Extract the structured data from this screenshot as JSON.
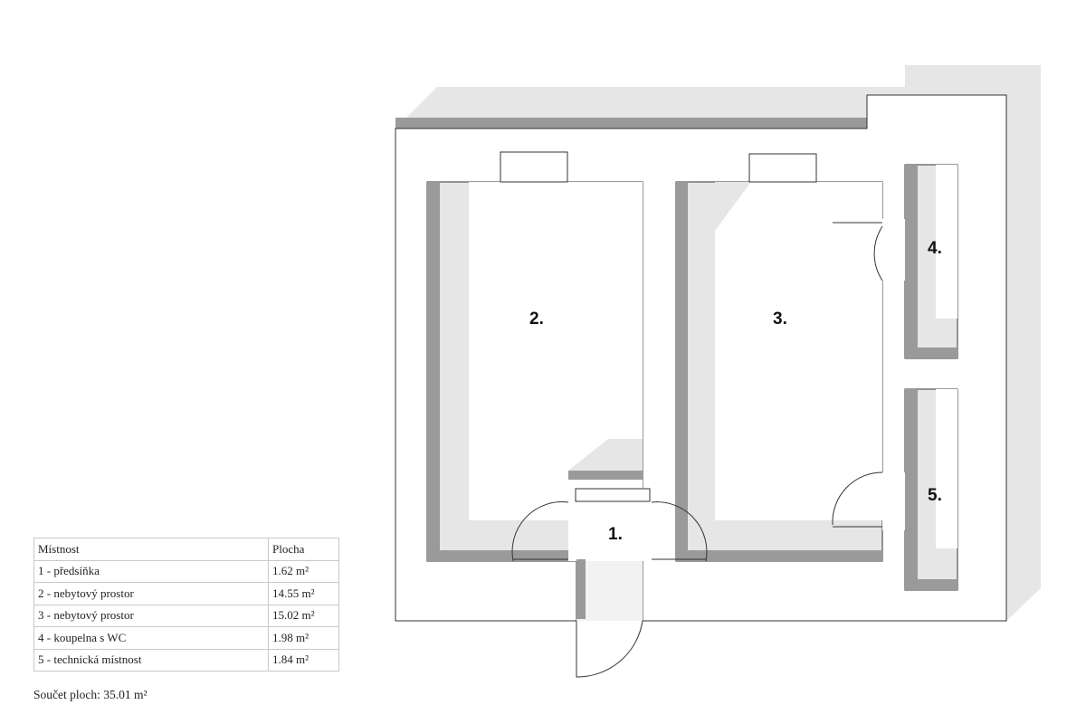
{
  "rooms": [
    {
      "label": "1."
    },
    {
      "label": "2."
    },
    {
      "label": "3."
    },
    {
      "label": "4."
    },
    {
      "label": "5."
    }
  ],
  "table": {
    "headers": [
      "Místnost",
      "Plocha"
    ],
    "rows": [
      [
        "1 - předsíňka",
        "1.62 m²"
      ],
      [
        "2 - nebytový prostor",
        "14.55 m²"
      ],
      [
        "3 - nebytový prostor",
        "15.02 m²"
      ],
      [
        "4 - koupelna s WC",
        "1.98 m²"
      ],
      [
        "5 - technická místnost",
        "1.84 m²"
      ]
    ]
  },
  "total": "Součet ploch: 35.01 m²",
  "colors": {
    "shadow_light": "#e6e6e6",
    "shadow_dark": "#9a9a9a",
    "line": "#333333"
  }
}
